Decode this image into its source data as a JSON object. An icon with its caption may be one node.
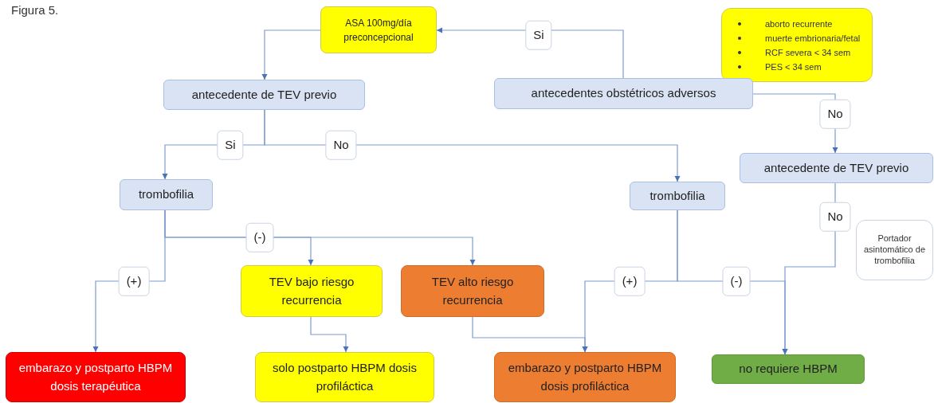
{
  "diagram": {
    "title": "Figura 5.",
    "nodes": [
      {
        "text": [
          "ASA 100mg/día preconcepcional"
        ]
      },
      {
        "text": [
          "aborto recurrente",
          "muerte embrionaria/fetal",
          "RCF severa < 34 sem",
          "PES < 34 sem"
        ]
      },
      {
        "text": [
          "antecedentes obstétricos adversos"
        ]
      },
      {
        "text": [
          "antecedente de TEV previo"
        ]
      },
      {
        "text": [
          "antecedente de TEV previo"
        ]
      },
      {
        "text": [
          "trombofilia"
        ]
      },
      {
        "text": [
          "trombofilia"
        ]
      },
      {
        "text": [
          "Portador asintomático de trombofilia"
        ]
      },
      {
        "text": [
          "TEV bajo riesgo recurrencia"
        ]
      },
      {
        "text": [
          "TEV alto riesgo recurrencia"
        ]
      },
      {
        "text": [
          "embarazo y postparto HBPM dosis terapéutica"
        ]
      },
      {
        "text": [
          "solo postparto HBPM dosis profiláctica"
        ]
      },
      {
        "text": [
          "embarazo y postparto HBPM dosis profiláctica"
        ]
      },
      {
        "text": [
          "no requiere HBPM"
        ]
      }
    ],
    "edges": [
      {
        "from": 2,
        "to": 0,
        "arrow": "to",
        "label": "Si"
      },
      {
        "from": 0,
        "to": 3,
        "arrow": "to"
      },
      {
        "from": 3,
        "to": 5,
        "arrow": "to",
        "label": "Si"
      },
      {
        "from": 3,
        "to": 6,
        "arrow": "to",
        "label": "No"
      },
      {
        "from": 2,
        "to": 4,
        "arrow": "to",
        "label": "No"
      },
      {
        "from": 5,
        "to": 10,
        "arrow": "to",
        "label": "(+)"
      },
      {
        "from": 5,
        "to": 8,
        "arrow": "to",
        "label": "(-)"
      },
      {
        "from": 5,
        "to": 9,
        "arrow": "to"
      },
      {
        "from": 8,
        "to": 11,
        "arrow": "to"
      },
      {
        "from": 9,
        "to": 12,
        "arrow": "to"
      },
      {
        "from": 6,
        "to": 12,
        "arrow": "to",
        "label": "(+)"
      },
      {
        "from": 6,
        "to": 13,
        "arrow": "to",
        "label": "(-)"
      },
      {
        "from": 4,
        "to": 13,
        "arrow": "to",
        "label": "No"
      }
    ]
  }
}
